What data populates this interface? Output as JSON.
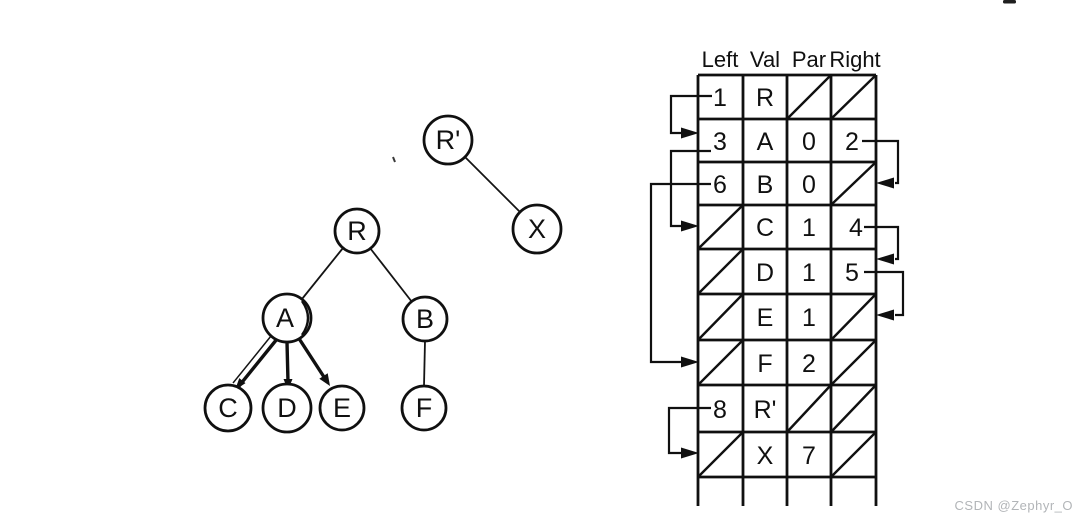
{
  "tree": {
    "nodes": [
      {
        "label": "R'"
      },
      {
        "label": "X"
      },
      {
        "label": "R"
      },
      {
        "label": "A"
      },
      {
        "label": "B"
      },
      {
        "label": "C"
      },
      {
        "label": "D"
      },
      {
        "label": "E"
      },
      {
        "label": "F"
      }
    ],
    "edges": [
      {
        "from": "R'",
        "to": "X",
        "style": "plain"
      },
      {
        "from": "R",
        "to": "A",
        "style": "plain"
      },
      {
        "from": "R",
        "to": "B",
        "style": "plain"
      },
      {
        "from": "A",
        "to": "C",
        "style": "arrow"
      },
      {
        "from": "A",
        "to": "D",
        "style": "arrow"
      },
      {
        "from": "A",
        "to": "E",
        "style": "arrow"
      },
      {
        "from": "B",
        "to": "F",
        "style": "plain"
      }
    ]
  },
  "table": {
    "headers": [
      "Left",
      "Val",
      "Par",
      "Right"
    ],
    "rows": [
      {
        "left": "1",
        "val": "R",
        "par": null,
        "right": null
      },
      {
        "left": "3",
        "val": "A",
        "par": "0",
        "right": "2"
      },
      {
        "left": "6",
        "val": "B",
        "par": "0",
        "right": null
      },
      {
        "left": null,
        "val": "C",
        "par": "1",
        "right": "4"
      },
      {
        "left": null,
        "val": "D",
        "par": "1",
        "right": "5"
      },
      {
        "left": null,
        "val": "E",
        "par": "1",
        "right": null
      },
      {
        "left": null,
        "val": "F",
        "par": "2",
        "right": null
      },
      {
        "left": "8",
        "val": "R'",
        "par": null,
        "right": null
      },
      {
        "left": null,
        "val": "X",
        "par": "7",
        "right": null
      }
    ],
    "pointer_arrows": {
      "left_side": [
        {
          "from_row": 1,
          "column": "left",
          "to_row": 2
        },
        {
          "from_row": 2,
          "column": "left",
          "to_row": 4
        },
        {
          "from_row": 3,
          "column": "left",
          "to_row": 7
        },
        {
          "from_row": 8,
          "column": "left",
          "to_row": 9
        }
      ],
      "right_side": [
        {
          "from_row": 2,
          "column": "right",
          "to_row": 3
        },
        {
          "from_row": 4,
          "column": "right",
          "to_row": 5
        },
        {
          "from_row": 5,
          "column": "right",
          "to_row": 6
        }
      ]
    }
  },
  "watermark": {
    "text": "CSDN @Zephyr_O"
  }
}
